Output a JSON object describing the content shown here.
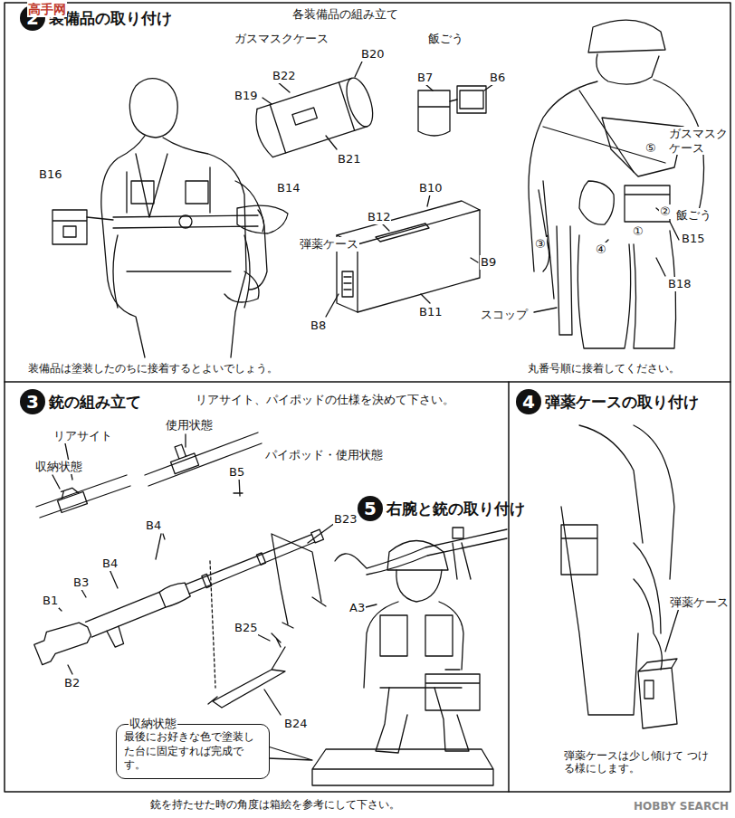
{
  "diagram": {
    "nodes": [
      {
        "text": [
          "2",
          "装備品の取り付け"
        ]
      },
      {
        "text": [
          "3",
          "銃の組み立て"
        ]
      },
      {
        "text": [
          "4",
          "弾薬ケースの取り付け"
        ]
      },
      {
        "text": [
          "5",
          "右腕と銃の取り付け"
        ]
      },
      {
        "text": [
          "最後にお好きな色で塗装した台に固定すれば完成です。"
        ]
      }
    ],
    "labels": [
      "高手网",
      "各装備品の組み立て",
      "ガスマスクケース",
      "B20",
      "B22",
      "B19",
      "B21",
      "飯ごう",
      "B7",
      "B6",
      "B16",
      "B14",
      "B10",
      "B12",
      "弾薬ケース",
      "B9",
      "B8",
      "B11",
      "ガスマスク ケース",
      "⑤",
      "②",
      "飯ごう",
      "B15",
      "③",
      "①",
      "④",
      "B18",
      "スコップ",
      "装備品は塗装したのちに接着するとよいでしょう。",
      "丸番号順に接着してください。",
      "リアサイト、パイポッドの仕様を決めて下さい。",
      "リアサイト",
      "使用状態",
      "収納状態",
      "B5",
      "パイポッド・使用状態",
      "B4",
      "B4",
      "B3",
      "B1",
      "B2",
      "B23",
      "B25",
      "収納状態",
      "B24",
      "A3",
      "銃を持たせた時の角度は箱絵を参考にして下さい。",
      "弾薬ケース",
      "弾薬ケースは少し傾けて つける様にします。",
      "HOBBY SEARCH"
    ]
  }
}
